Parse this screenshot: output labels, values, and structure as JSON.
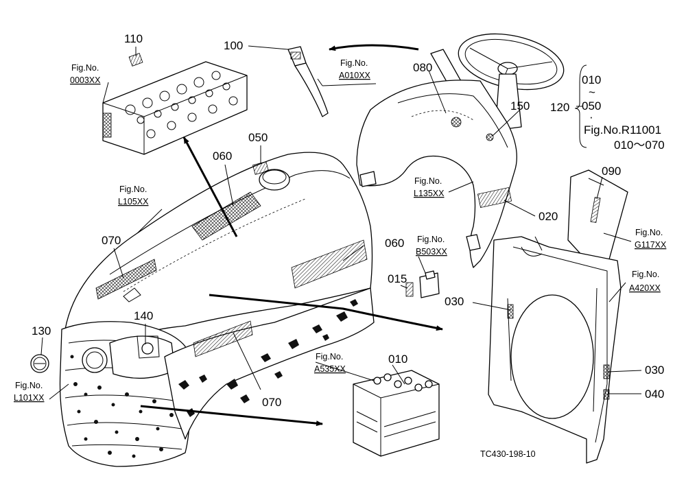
{
  "part_numbers": {
    "n010_battery": "010",
    "n015": "015",
    "n020": "020",
    "n030_a": "030",
    "n030_b": "030",
    "n040": "040",
    "n050": "050",
    "n060_a": "060",
    "n060_b": "060",
    "n070_a": "070",
    "n070_b": "070",
    "n080": "080",
    "n090": "090",
    "n100": "100",
    "n110": "110",
    "n120": "120",
    "n130": "130",
    "n140": "140",
    "n150": "150"
  },
  "fig_refs": {
    "label": "Fig.No.",
    "engine": "0003XX",
    "lever": "A010XX",
    "hood": "L105XX",
    "grille": "L101XX",
    "dash_panel": "L135XX",
    "switch": "B503XX",
    "battery": "A535XX",
    "plate": "G117XX",
    "frame": "A420XX"
  },
  "bracket_note": {
    "top": "010",
    "tilde": "~",
    "bottom": "050",
    "dot": "·",
    "ref": "Fig.No.R11001",
    "range": "010～070"
  },
  "footer_code": "TC430-198-10",
  "colors": {
    "line": "#000000",
    "background": "#ffffff"
  }
}
